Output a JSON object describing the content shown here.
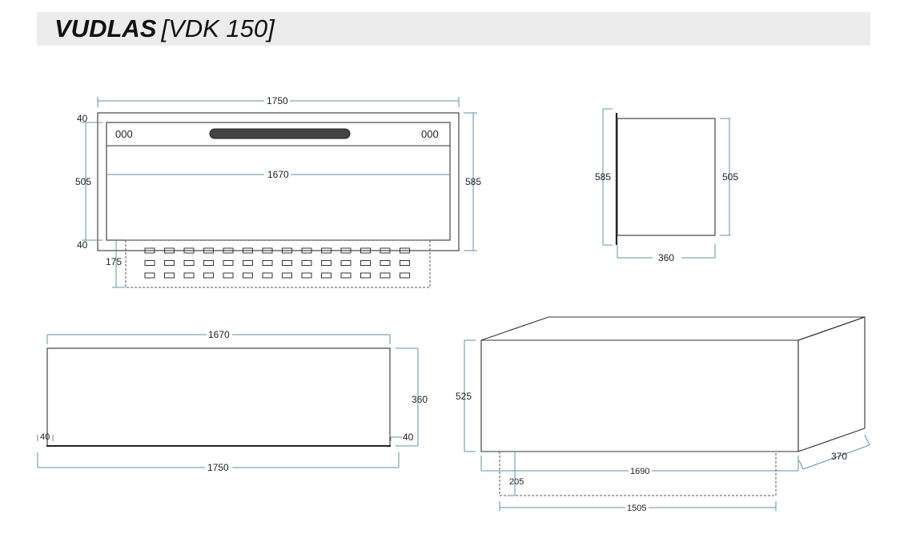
{
  "title": {
    "name": "VUDLAS",
    "model": "[VDK 150]"
  },
  "front_view": {
    "overall_width": "1750",
    "inner_width": "1670",
    "top_border": "40",
    "body_height": "505",
    "bottom_border": "40",
    "total_height": "585",
    "vent_height": "175",
    "control_label": "000"
  },
  "side_view": {
    "total_height": "585",
    "body_height": "505",
    "depth": "360"
  },
  "top_view": {
    "inner_width": "1670",
    "depth": "360",
    "left_offset": "40",
    "right_offset": "40",
    "overall_width": "1750"
  },
  "iso_view": {
    "height": "525",
    "depth": "370",
    "width": "1690",
    "base_offset": "205",
    "base_width": "1505"
  },
  "colors": {
    "dimension_line": "#5b93a8",
    "title_bar": "#ececec"
  }
}
